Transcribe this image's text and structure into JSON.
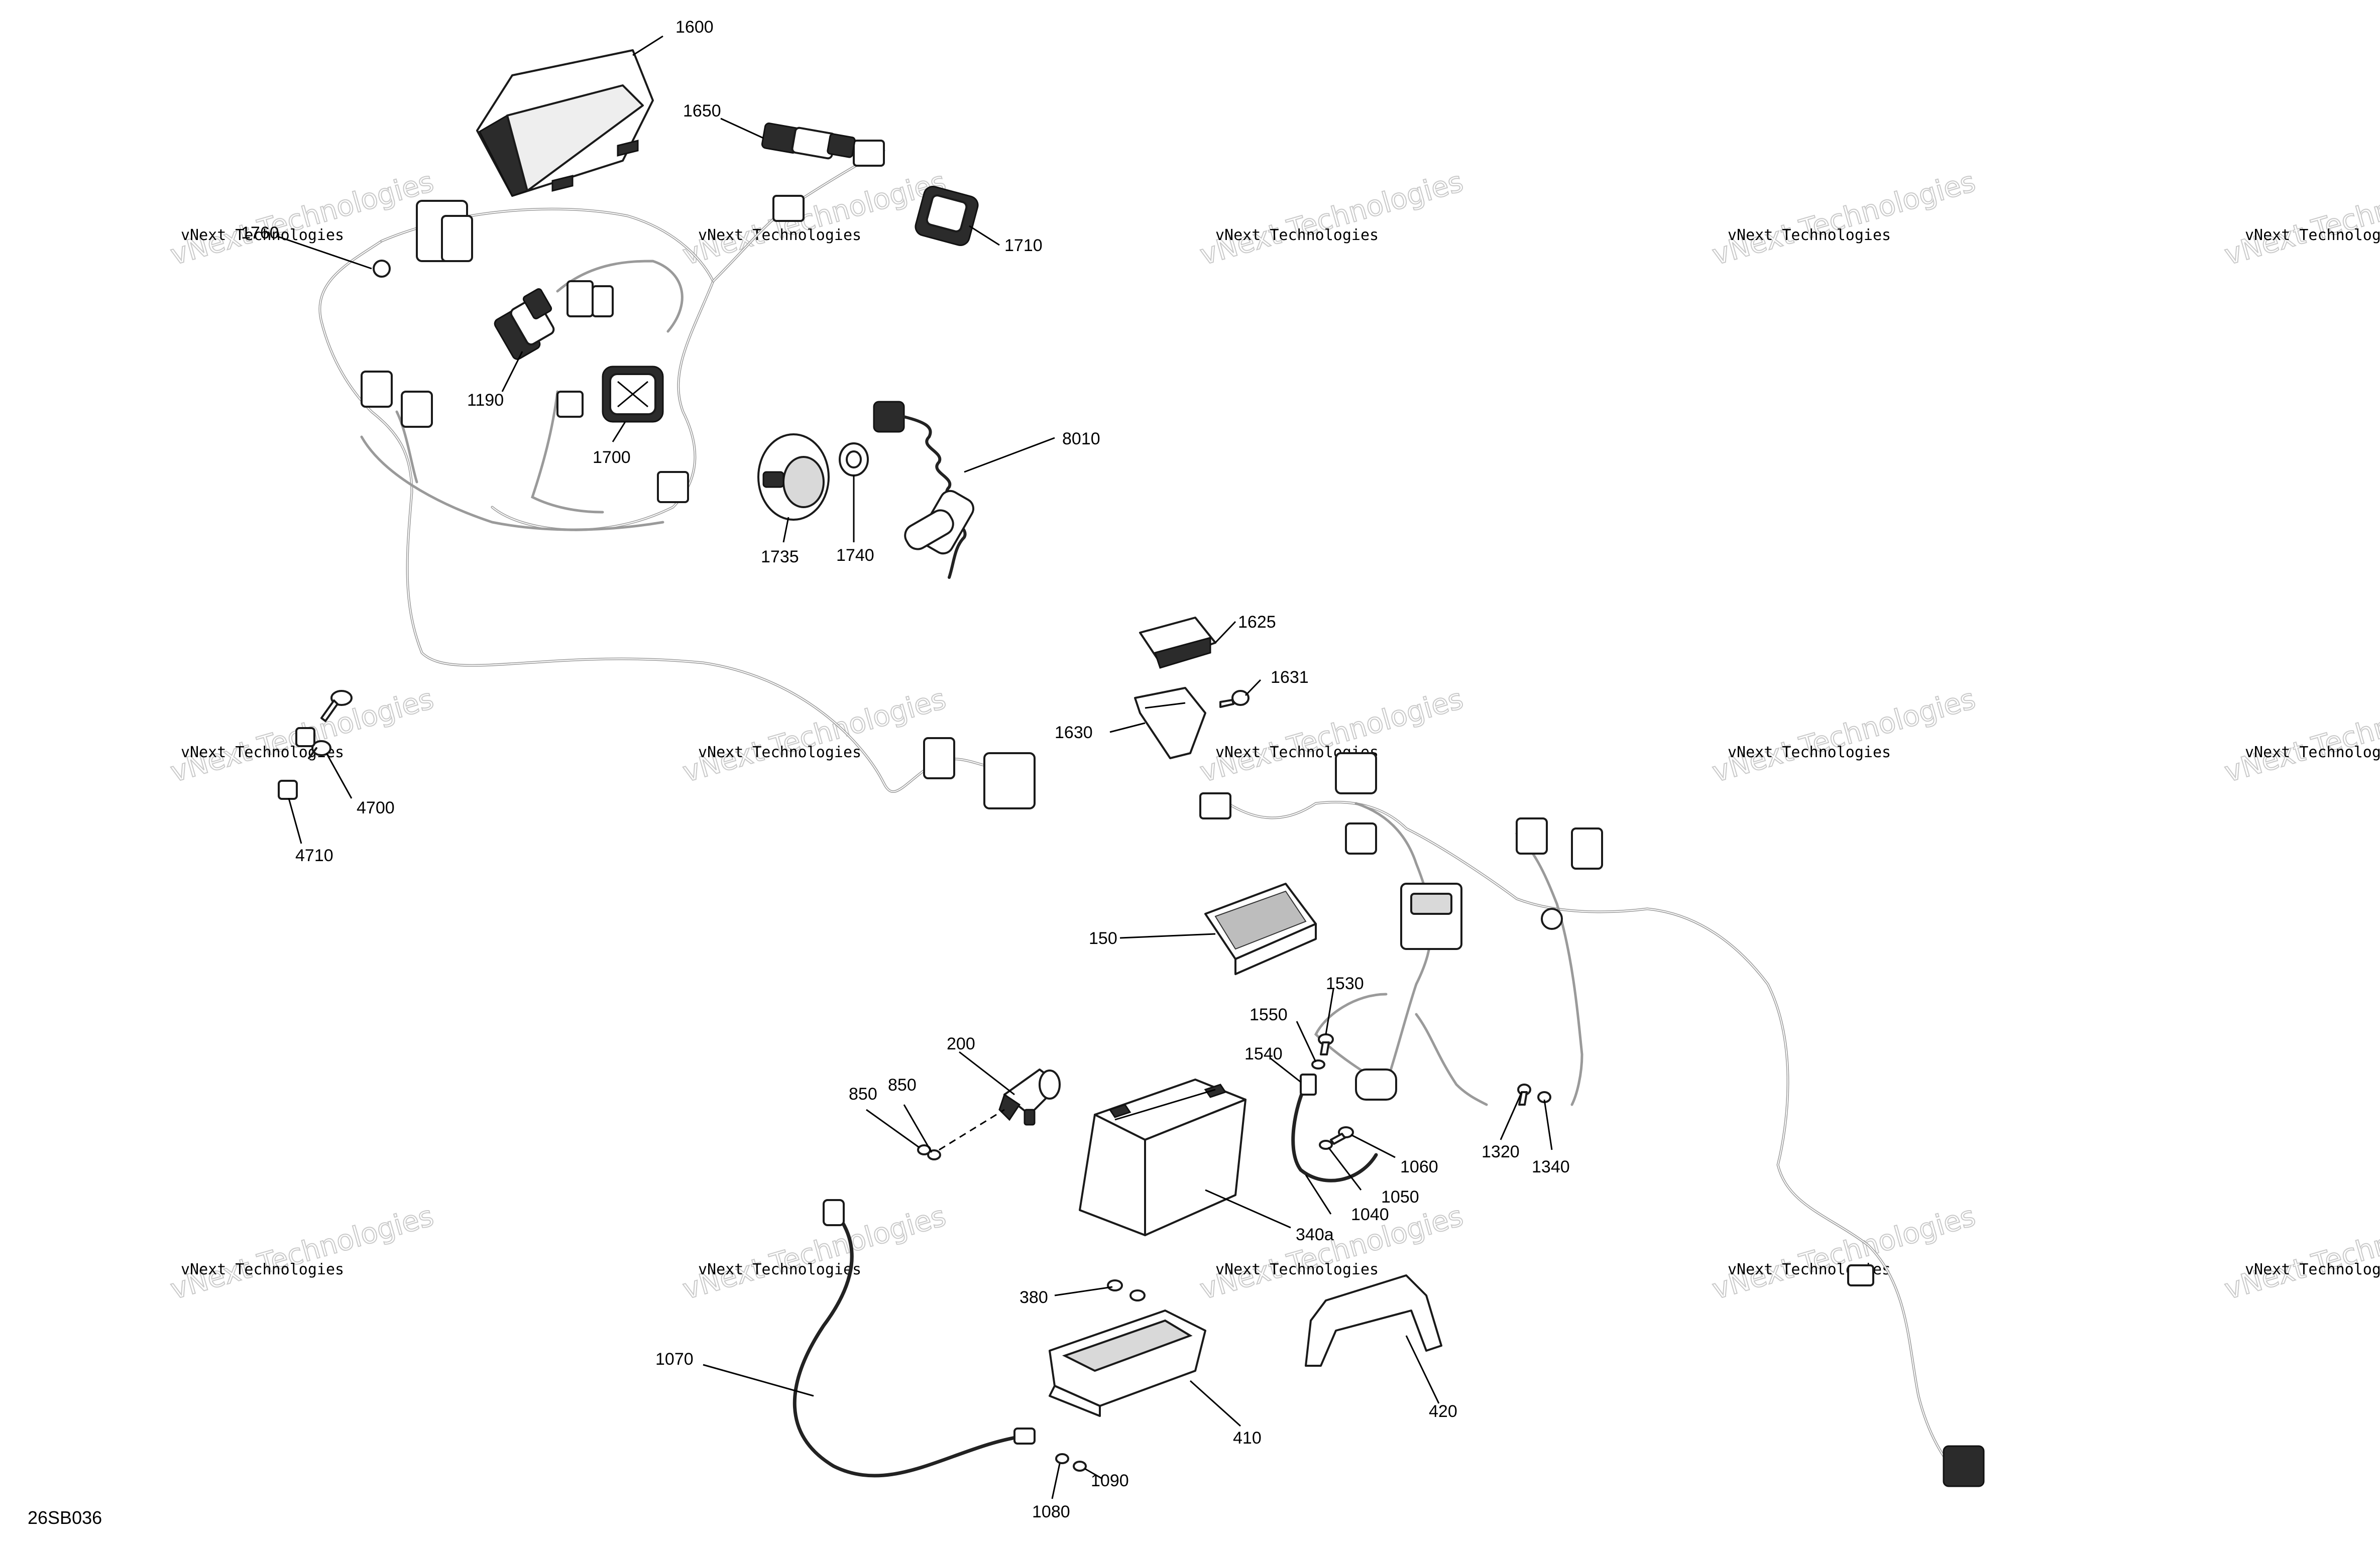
{
  "diagram_id": "26SB036",
  "watermark": {
    "small_text": "vNext Technologies",
    "large_text": "vNext Technologies"
  },
  "callouts": {
    "c1600": "1600",
    "c1650": "1650",
    "c1710": "1710",
    "c1760": "1760",
    "c1190": "1190",
    "c1700": "1700",
    "c8010": "8010",
    "c1735": "1735",
    "c1740": "1740",
    "c1625": "1625",
    "c1631": "1631",
    "c1630": "1630",
    "c4700": "4700",
    "c4710": "4710",
    "c150": "150",
    "c1530": "1530",
    "c1550": "1550",
    "c1540": "1540",
    "c200": "200",
    "c850a": "850",
    "c850b": "850",
    "c1060": "1060",
    "c1050": "1050",
    "c1040": "1040",
    "c1320": "1320",
    "c1340": "1340",
    "c340a": "340a",
    "c380": "380",
    "c1070": "1070",
    "c410": "410",
    "c420": "420",
    "c1090": "1090",
    "c1080": "1080"
  }
}
